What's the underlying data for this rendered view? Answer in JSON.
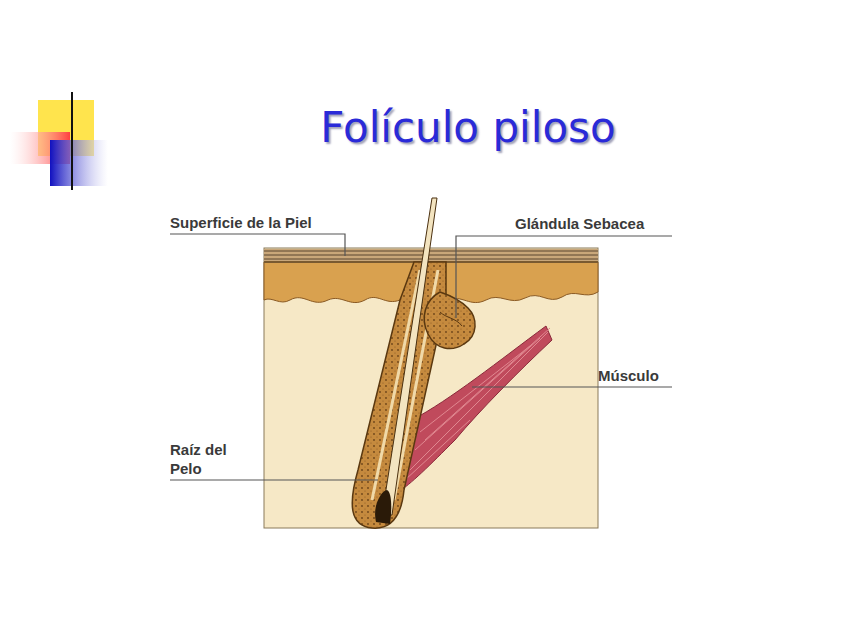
{
  "diagram": {
    "title": "Folículo piloso",
    "labels": [
      "Superficie de la Piel",
      "Glándula Sebacea",
      "Músculo",
      "Raíz del Pelo"
    ]
  }
}
